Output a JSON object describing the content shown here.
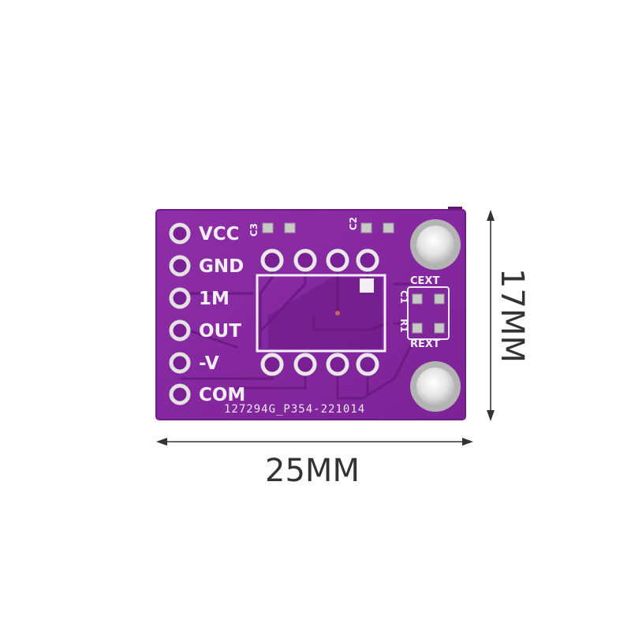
{
  "board": {
    "pin_labels": [
      "VCC",
      "GND",
      "1M",
      "OUT",
      "-V",
      "COM"
    ],
    "part_number": "127294G_P354-221014",
    "component_labels": {
      "c3": "C3",
      "c2": "C2",
      "c1": "C1",
      "r1": "R1",
      "cext": "CEXT",
      "rext": "REXT"
    }
  },
  "dimensions": {
    "width_label": "25MM",
    "height_label": "17MM"
  },
  "colors": {
    "pcb": "#8a2aa2",
    "pcb_edge": "#6e1c86",
    "silkscreen": "#f4eef8",
    "pad": "#d8d8d8",
    "dimension_line": "#333333"
  }
}
